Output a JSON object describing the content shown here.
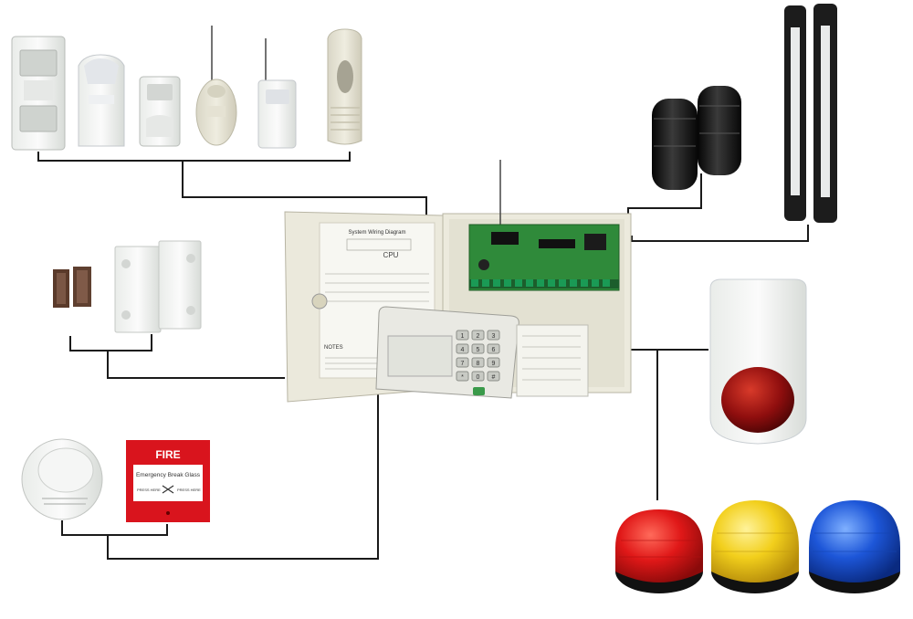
{
  "panel": {
    "wiring_title": "System Wiring Diagram",
    "cpu_label": "CPU",
    "notes_label": "NOTES"
  },
  "call_point": {
    "title": "FIRE",
    "instruction": "Emergency Break Glass",
    "press_left": "PRESS HERE",
    "press_right": "PRESS HERE"
  },
  "keypad": {
    "keys": [
      "1",
      "2",
      "3",
      "4",
      "5",
      "6",
      "7",
      "8",
      "9",
      "*",
      "0",
      "#"
    ]
  },
  "colors": {
    "wire": "#1a1a1a",
    "red_strobe": "#e01818",
    "yellow_strobe": "#f2cf1c",
    "blue_strobe": "#1d56d8",
    "pcb": "#2f8a3a",
    "fire_red": "#d9141d"
  },
  "devices": [
    "pir-detector-large",
    "pir-detector-white",
    "pir-detector-compact",
    "wireless-pir-dome",
    "wireless-pir",
    "curtain-detector",
    "photoelectric-beam-pair",
    "infrared-barrier-columns",
    "small-door-contact",
    "large-door-contact",
    "smoke-detector",
    "fire-call-point",
    "outdoor-siren",
    "red-strobe",
    "yellow-strobe",
    "blue-strobe"
  ]
}
